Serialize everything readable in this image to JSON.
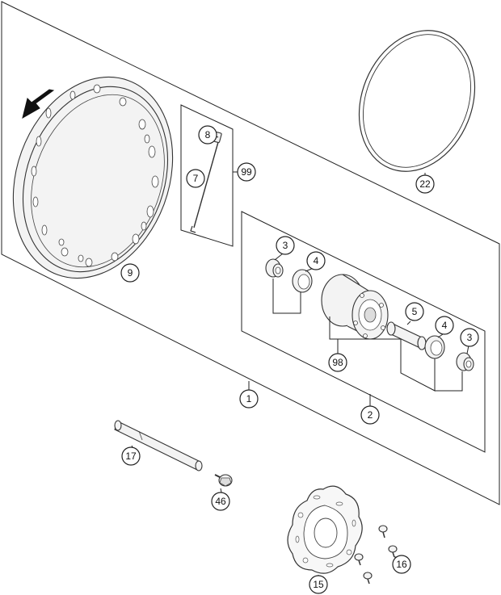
{
  "callouts": {
    "c1": "1",
    "c2": "2",
    "c3a": "3",
    "c3b": "3",
    "c4a": "4",
    "c4b": "4",
    "c5": "5",
    "c7": "7",
    "c8": "8",
    "c9": "9",
    "c15": "15",
    "c16": "16",
    "c17": "17",
    "c22": "22",
    "c46": "46",
    "c98": "98",
    "c99": "99"
  },
  "icons": {
    "direction_arrow": "rotation-direction-arrow-icon"
  },
  "colors": {
    "line": "#222222",
    "part_fill": "#f3f3f3",
    "arrow": "#111111"
  }
}
